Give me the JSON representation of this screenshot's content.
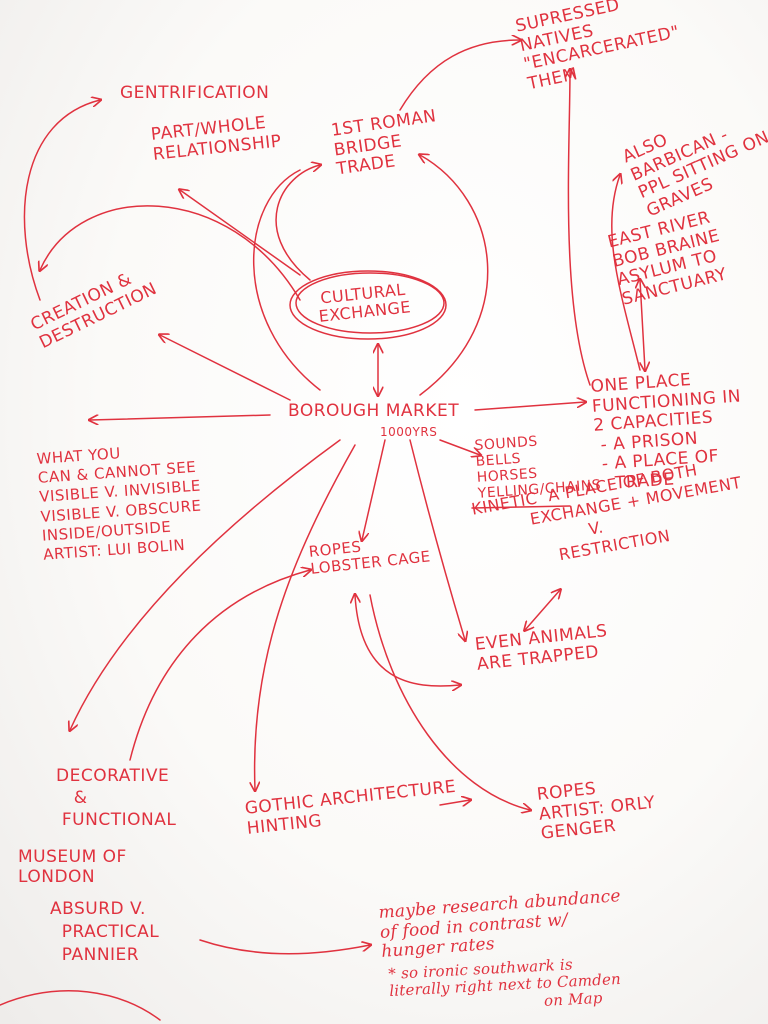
{
  "colors": {
    "ink": "#e0323f",
    "paper": "#fbfaf8"
  },
  "notes": {
    "gentrification": "GENTRIFICATION",
    "part_whole": "PART/WHOLE\nRELATIONSHIP",
    "roman_bridge": "1ST ROMAN\nBRIDGE\nTRADE",
    "supressed": "SUPRESSED\nNATIVES\n\"ENCARCERATED\"\nTHEM",
    "barbican": "ALSO\nBARBICAN -\nPPL SITTING ON\nGRAVES",
    "east_river": "EAST RIVER\nBOB BRAINE\nASYLUM TO\nSANCTUARY",
    "creation": "CREATION &\nDESTRUCTION",
    "cultural_exchange": "CULTURAL\nEXCHANGE",
    "borough": "BOROUGH MARKET",
    "years": "1000YRS",
    "one_place": "ONE PLACE\nFUNCTIONING IN\n2 CAPACITIES\n - A PRISON\n - A PLACE OF\n   TRADE",
    "sounds": "SOUNDS\nBELLS\nHORSES\nYELLING/CHAINS",
    "what_you": "WHAT YOU\nCAN & CANNOT SEE\nVISIBLE V. INVISIBLE\nVISIBLE V. OBSCURE\nINSIDE/OUTSIDE\nARTIST: LUI BOLIN",
    "kinetic": "KINETIC  A PLACE OF BOTH\n          EXCHANGE + MOVEMENT\n                    V.\n              RESTRICTION",
    "ropes_lobster": "ROPES\nLOBSTER CAGE",
    "even_animals": "EVEN ANIMALS\nARE TRAPPED",
    "decorative": "DECORATIVE\n   &\n FUNCTIONAL",
    "gothic": "GOTHIC ARCHITECTURE\nHINTING",
    "ropes_artist": "ROPES\nARTIST: ORLY\nGENGER",
    "museum": "MUSEUM OF\nLONDON",
    "absurd": "ABSURD V.\n  PRACTICAL\n  PANNIER",
    "research": "maybe research abundance\nof food in contrast w/\nhunger rates",
    "ironic": "* so ironic southwark is\nliterally right next to Camden\n                               on Map"
  }
}
